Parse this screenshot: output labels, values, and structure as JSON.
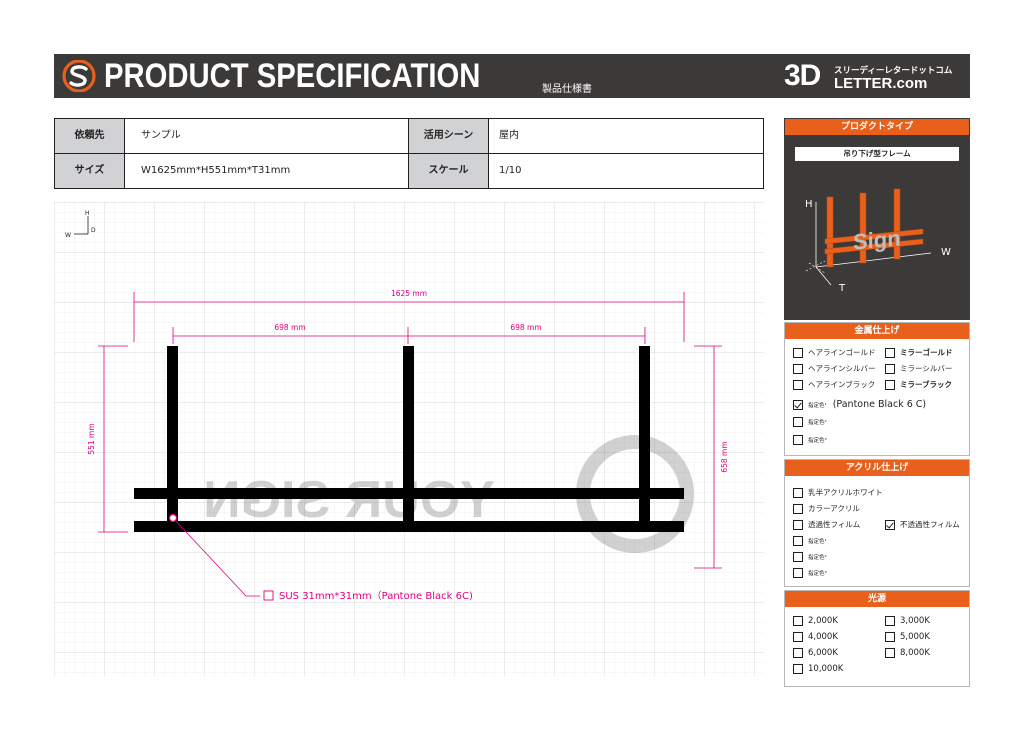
{
  "header": {
    "title": "PRODUCT SPECIFICATION",
    "subtitle": "製品仕様書",
    "brand_3d": "3D",
    "brand_kana": "スリーディーレタードットコム",
    "brand_letter": "LETTER.com"
  },
  "info": {
    "client_label": "依頼先",
    "client_value": "サンプル",
    "scene_label": "活用シーン",
    "scene_value": "屋内",
    "size_label": "サイズ",
    "size_value": "W1625mm*H551mm*T31mm",
    "scale_label": "スケール",
    "scale_value": "1/10"
  },
  "drawing": {
    "axis_h": "H",
    "axis_d": "D",
    "axis_w": "W",
    "dim_total_width": "1625 mm",
    "dim_span_left": "698 mm",
    "dim_span_right": "698 mm",
    "dim_height_left": "551 mm",
    "dim_height_right": "658 mm",
    "material_callout": "SUS 31mm*31mm（Pantone Black 6C)",
    "watermark_text": "YOUR SIGN"
  },
  "colors": {
    "accent": "#e8601c",
    "dimension": "#e3007f",
    "frame": "#000000",
    "header_bg": "#3c3a38"
  },
  "panels": {
    "type": {
      "title": "プロダクトタイプ",
      "selected": "吊り下げ型フレーム",
      "illus_h": "H",
      "illus_w": "W",
      "illus_t": "T",
      "illus_sign": "Sign"
    },
    "metal": {
      "title": "金属仕上げ",
      "options": [
        {
          "label": "ヘアラインゴールド",
          "checked": false
        },
        {
          "label": "ミラーゴールド",
          "checked": false
        },
        {
          "label": "ヘアラインシルバー",
          "checked": false
        },
        {
          "label": "ミラーシルバー",
          "checked": false
        },
        {
          "label": "ヘアラインブラック",
          "checked": false
        },
        {
          "label": "ミラーブラック",
          "checked": false
        },
        {
          "label": "指定色¹",
          "checked": true,
          "note": "(Pantone Black 6 C)"
        },
        {
          "label": "指定色²",
          "checked": false
        },
        {
          "label": "指定色³",
          "checked": false
        }
      ]
    },
    "acrylic": {
      "title": "アクリル仕上げ",
      "options": [
        {
          "label": "乳半アクリルホワイト",
          "checked": false
        },
        {
          "label": "カラーアクリル",
          "checked": false
        },
        {
          "label": "透過性フィルム",
          "checked": false
        },
        {
          "label": "不透過性フィルム",
          "checked": true
        },
        {
          "label": "指定色¹",
          "checked": false
        },
        {
          "label": "指定色²",
          "checked": false
        },
        {
          "label": "指定色³",
          "checked": false
        }
      ]
    },
    "light": {
      "title": "光源",
      "options": [
        {
          "label": "2,000K",
          "checked": false
        },
        {
          "label": "3,000K",
          "checked": false
        },
        {
          "label": "4,000K",
          "checked": false
        },
        {
          "label": "5,000K",
          "checked": false
        },
        {
          "label": "6,000K",
          "checked": false
        },
        {
          "label": "8,000K",
          "checked": false
        },
        {
          "label": "10,000K",
          "checked": false
        }
      ]
    }
  }
}
